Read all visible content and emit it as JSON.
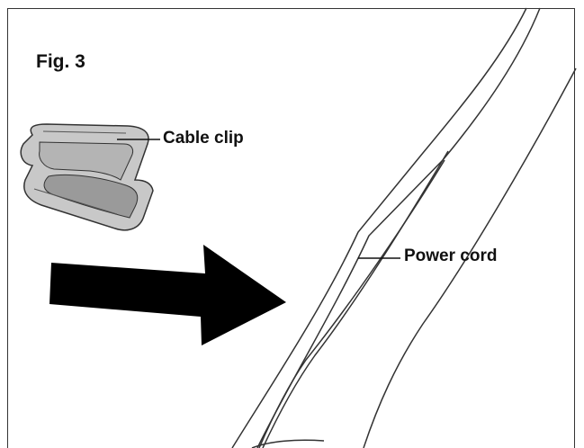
{
  "figure": {
    "title": "Fig. 3",
    "labels": {
      "cable_clip": "Cable clip",
      "power_cord": "Power cord"
    },
    "colors": {
      "line": "#333333",
      "clip_fill": "#c8c8c8",
      "clip_shade": "#9a9a9a",
      "arrow": "#000000",
      "background": "#ffffff"
    }
  }
}
